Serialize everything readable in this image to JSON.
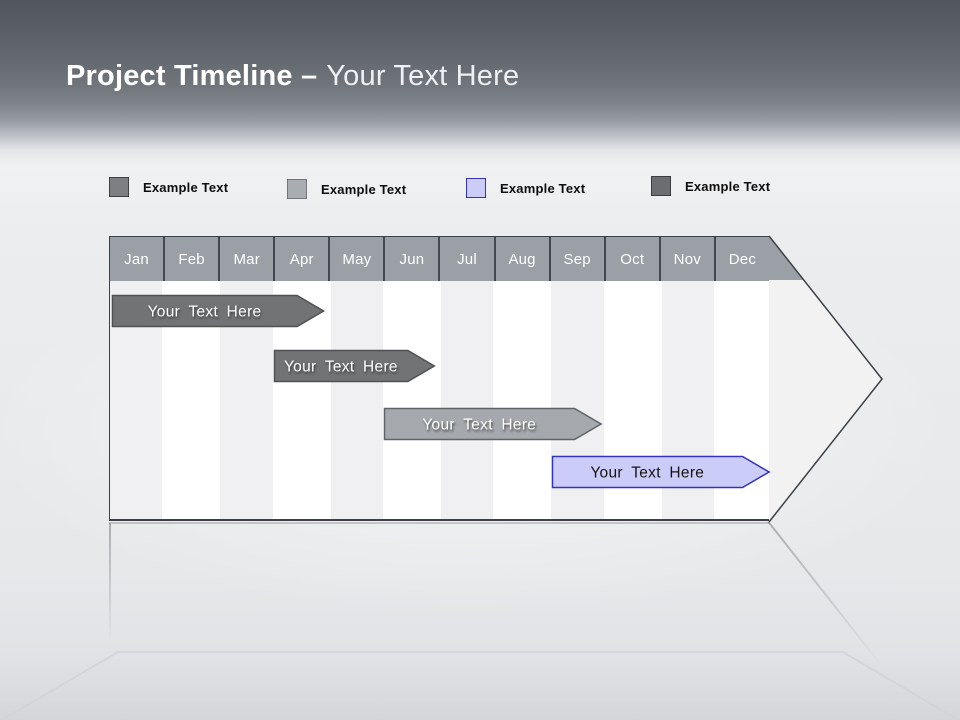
{
  "slide_title": {
    "bold": "Project Timeline –",
    "rest": "Your Text Here"
  },
  "legend": {
    "items": [
      {
        "label": "Example Text",
        "fill": "#7d7f83",
        "border": "#3e4043"
      },
      {
        "label": "Example Text",
        "fill": "#a9acb0",
        "border": "#73767a"
      },
      {
        "label": "Example Text",
        "fill": "#ccccf8",
        "border": "#3434b4"
      },
      {
        "label": "Example Text",
        "fill": "#6b6d70",
        "border": "#3b3d40"
      }
    ]
  },
  "chart_data": {
    "type": "bar",
    "subtype": "gantt-project-timeline",
    "title": "Project Timeline – Your Text Here",
    "categories": [
      "Jan",
      "Feb",
      "Mar",
      "Apr",
      "May",
      "Jun",
      "Jul",
      "Aug",
      "Sep",
      "Oct",
      "Nov",
      "Dec"
    ],
    "axis": {
      "labels_position": "top",
      "range_months": [
        0,
        12
      ]
    },
    "header_fill": "#9aa0a6",
    "bars": [
      {
        "label": "Your Text Here",
        "start": 0.05,
        "end": 3.9,
        "fill": "#717375",
        "stroke": "#4f5154",
        "text_color": "#ffffff"
      },
      {
        "label": "Your Text Here",
        "start": 3.0,
        "end": 5.92,
        "fill": "#717375",
        "stroke": "#4f5154",
        "text_color": "#ffffff"
      },
      {
        "label": "Your Text Here",
        "start": 5.0,
        "end": 8.95,
        "fill": "#a5a9ad",
        "stroke": "#606468",
        "text_color": "#ffffff"
      },
      {
        "label": "Your Text Here",
        "start": 8.05,
        "end": 12.0,
        "fill": "#ccccf8",
        "stroke": "#3434bb",
        "text_color": "#141414"
      }
    ]
  }
}
